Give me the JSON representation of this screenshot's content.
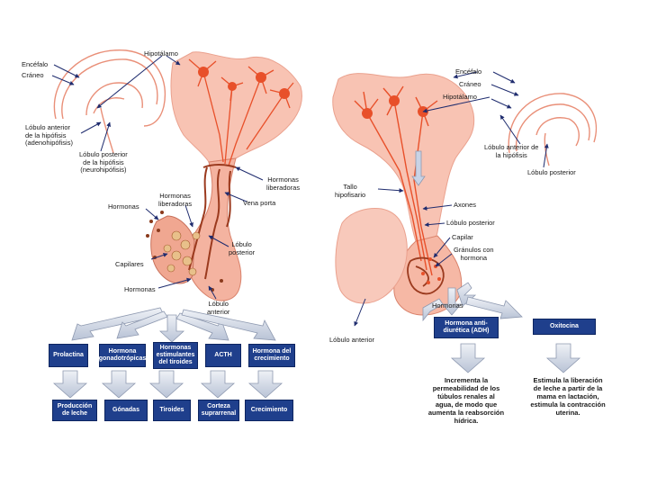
{
  "colors": {
    "tissue": "#f8c3b3",
    "tissue_dark": "#e7826b",
    "neuron": "#e8502a",
    "vessel": "#9b3a1e",
    "box_blue": "#1f3f8c",
    "arrow_fill": "#dfe4ee",
    "label_line": "#1f2c6e"
  },
  "left": {
    "labels": {
      "encefalo": "Encéfalo",
      "craneo": "Cráneo",
      "hipotalamo": "Hipotálamo",
      "lobulo_anterior": "Lóbulo anterior\nde la hipófisis\n(adenohipófisis)",
      "lobulo_posterior": "Lóbulo posterior\nde la hipófisis\n(neurohipófisis)",
      "hormonas_liberadoras": "Hormonas\nliberadoras",
      "hormonas_liberadoras_2": "Hormonas\nliberadoras",
      "vena_porta": "Vena porta",
      "hormonas_1": "Hormonas",
      "lobulo_posterior_2": "Lóbulo\nposterior",
      "capilares": "Capilares",
      "hormonas_2": "Hormonas",
      "lobulo_anterior_2": "Lóbulo\nanterior"
    },
    "hormone_boxes": [
      "Prolactina",
      "Hormona\ngonadotrópicas",
      "Hormonas\nestimulantes\ndel tiroides",
      "ACTH",
      "Hormona del\ncrecimiento"
    ],
    "target_boxes": [
      "Producción\nde leche",
      "Gónadas",
      "Tiroides",
      "Corteza\nsuprarrenal",
      "Crecimiento"
    ]
  },
  "right": {
    "labels": {
      "encefalo": "Encéfalo",
      "craneo": "Cráneo",
      "hipotalamo": "Hipotálamo",
      "lobulo_anterior": "Lóbulo anterior de\nla hipófisis",
      "lobulo_posterior": "Lóbulo posterior",
      "tallo": "Tallo\nhipofisario",
      "axones": "Axones",
      "lobulo_posterior_2": "Lóbulo posterior",
      "capilar": "Capilar",
      "granulos": "Gránulos con\nhormona",
      "hormonas": "Hormonas",
      "lobulo_anterior_2": "Lóbulo anterior"
    },
    "boxes": {
      "adh": "Hormona anti-\ndiurética (ADH)",
      "oxitocina": "Oxitocina"
    },
    "descriptions": {
      "adh": "Incrementa la\npermeabilidad de los\ntúbulos renales al\nagua, de modo que\naumenta la reabsorción\nhídrica.",
      "oxitocina": "Estimula la liberación\nde leche a partir de la\nmama en lactación,\nestimula la contracción\nuterina."
    }
  }
}
